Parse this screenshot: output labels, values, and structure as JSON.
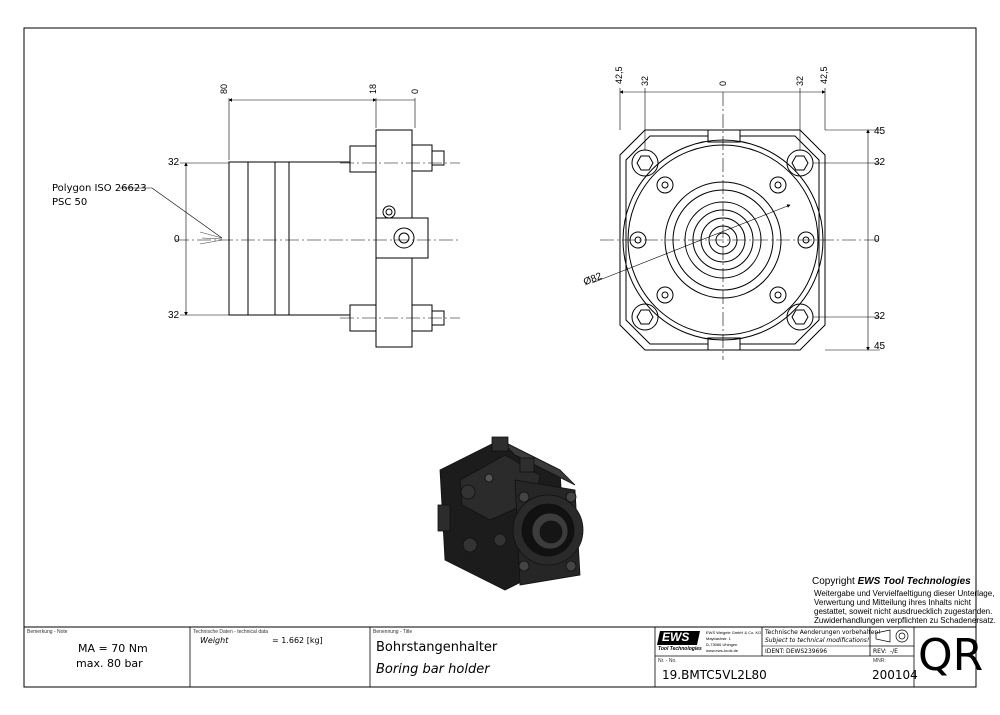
{
  "drawing": {
    "side_view": {
      "dim_top": [
        "80",
        "18",
        "0"
      ],
      "dim_left": [
        "32",
        "0",
        "32"
      ],
      "callout_line1": "Polygon ISO 26623",
      "callout_line2": "PSC 50"
    },
    "front_view": {
      "dim_top": [
        "42,5",
        "32",
        "0",
        "32",
        "42,5"
      ],
      "dim_right": [
        "45",
        "32",
        "0",
        "32",
        "45"
      ],
      "diameter": "Ø82"
    }
  },
  "copyright": {
    "title_prefix": "Copyright ",
    "title_brand": "EWS Tool Technologies",
    "lines": [
      "Weitergabe und Vervielfaeltigung dieser Unterlage,",
      "Verwertung und Mitteilung ihres Inhalts nicht",
      "gestattet, soweit nicht ausdruecklich zugestanden.",
      "Zuwiderhandlungen verpflichten zu Schadenersatz."
    ]
  },
  "title_block": {
    "note_label": "Bemerkung - Note",
    "note_line1": "MA = 70 Nm",
    "note_line2": "max. 80 bar",
    "tech_label": "Technische Daten - technical data",
    "weight_label": "Weight",
    "weight_value": "=   1.662 [kg]",
    "title_label": "Benennung - Title",
    "title_de": "Bohrstangenhalter",
    "title_en": "Boring bar holder",
    "logo_text": "EWS",
    "logo_sub": "Tool Technologies",
    "company_lines": [
      "EWS Weigele GmbH & Co. KG",
      "Maybachstr. 1",
      "D-73066 Uhingen",
      "www.ews-tools.de"
    ],
    "change_de": "Technische Aenderungen vorbehalten!",
    "change_en": "Subject to technical modifications!",
    "ident_label": "IDENT:",
    "ident_value": "DEWS239696",
    "rev_label": "REV:",
    "rev_value": "-/E",
    "nr_label": "Nr. - No.",
    "part_no": "19.BMTC5VL2L80",
    "mnr_label": "MNR:",
    "mnr_value": "200104",
    "qr": "QR"
  }
}
